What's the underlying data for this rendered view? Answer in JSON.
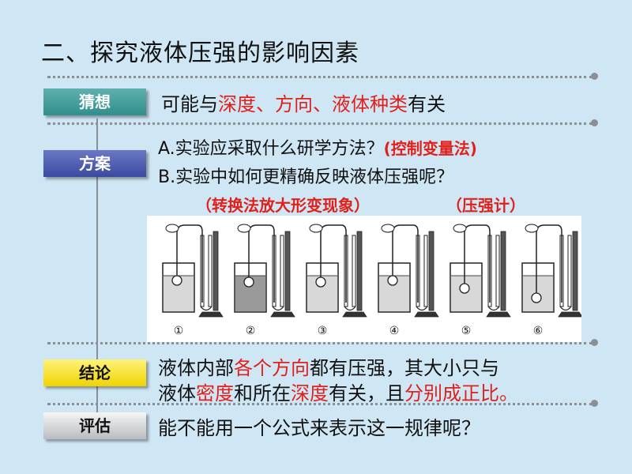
{
  "title": "二、探究液体压强的影响因素",
  "rows": {
    "guess": {
      "tag": "猜想",
      "text_prefix": "可能与",
      "text_highlight": "深度、方向、液体种类",
      "text_suffix": "有关"
    },
    "plan": {
      "tag": "方案",
      "lineA": "A.实验应采取什么研学方法？",
      "lineA_red": "(控制变量法)",
      "lineB": "B.实验中如何更精确反映液体压强呢？",
      "method1": "（转换法放大形变现象）",
      "method2": "（压强计）"
    },
    "conclusion": {
      "tag": "结论",
      "l1_a": "液体内部",
      "l1_b": "各个方向",
      "l1_c": "都有压强，其大小只与",
      "l2_a": "液体",
      "l2_b": "密度",
      "l2_c": "和所在",
      "l2_d": "深度",
      "l2_e": "有关，且",
      "l2_f": "分别成正比。"
    },
    "evaluate": {
      "tag": "评估",
      "text": "能不能用一个公式来表示这一规律呢？"
    }
  },
  "experiments": {
    "labels": [
      "①",
      "②",
      "③",
      "④",
      "⑤",
      "⑥"
    ]
  },
  "colors": {
    "background": "#cfe6f4",
    "highlight": "#e0201a"
  }
}
